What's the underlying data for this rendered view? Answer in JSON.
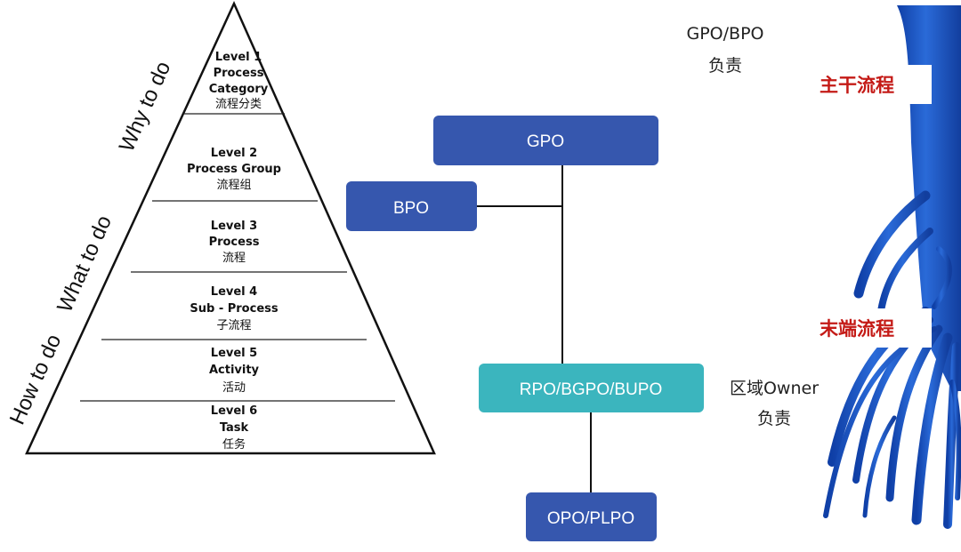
{
  "pyramid": {
    "levels": [
      {
        "title": "Level 1",
        "name": "Process",
        "extra": "Category",
        "cn": "流程分类"
      },
      {
        "title": "Level 2",
        "name": "Process Group",
        "cn": "流程组"
      },
      {
        "title": "Level 3",
        "name": "Process",
        "cn": "流程"
      },
      {
        "title": "Level 4",
        "name": "Sub - Process",
        "cn": "子流程"
      },
      {
        "title": "Level 5",
        "name": "Activity",
        "cn": "活动"
      },
      {
        "title": "Level 6",
        "name": "Task",
        "cn": "任务"
      }
    ],
    "side_labels": {
      "why": "Why to do",
      "what": "What to do",
      "how": "How to do"
    }
  },
  "org": {
    "gpo": "GPO",
    "bpo": "BPO",
    "rpo": "RPO/BGPO/BUPO",
    "opo": "OPO/PLPO",
    "top_note_line1": "GPO/BPO",
    "top_note_line2": "负责",
    "mid_note_line1": "区域Owner",
    "mid_note_line2": "负责"
  },
  "tree": {
    "trunk_label": "主干流程",
    "end_label": "末端流程"
  },
  "colors": {
    "box_dark": "#3657AE",
    "box_teal": "#3BB5BE",
    "tree_blue": "#1F57C8",
    "label_red": "#C41A16"
  }
}
